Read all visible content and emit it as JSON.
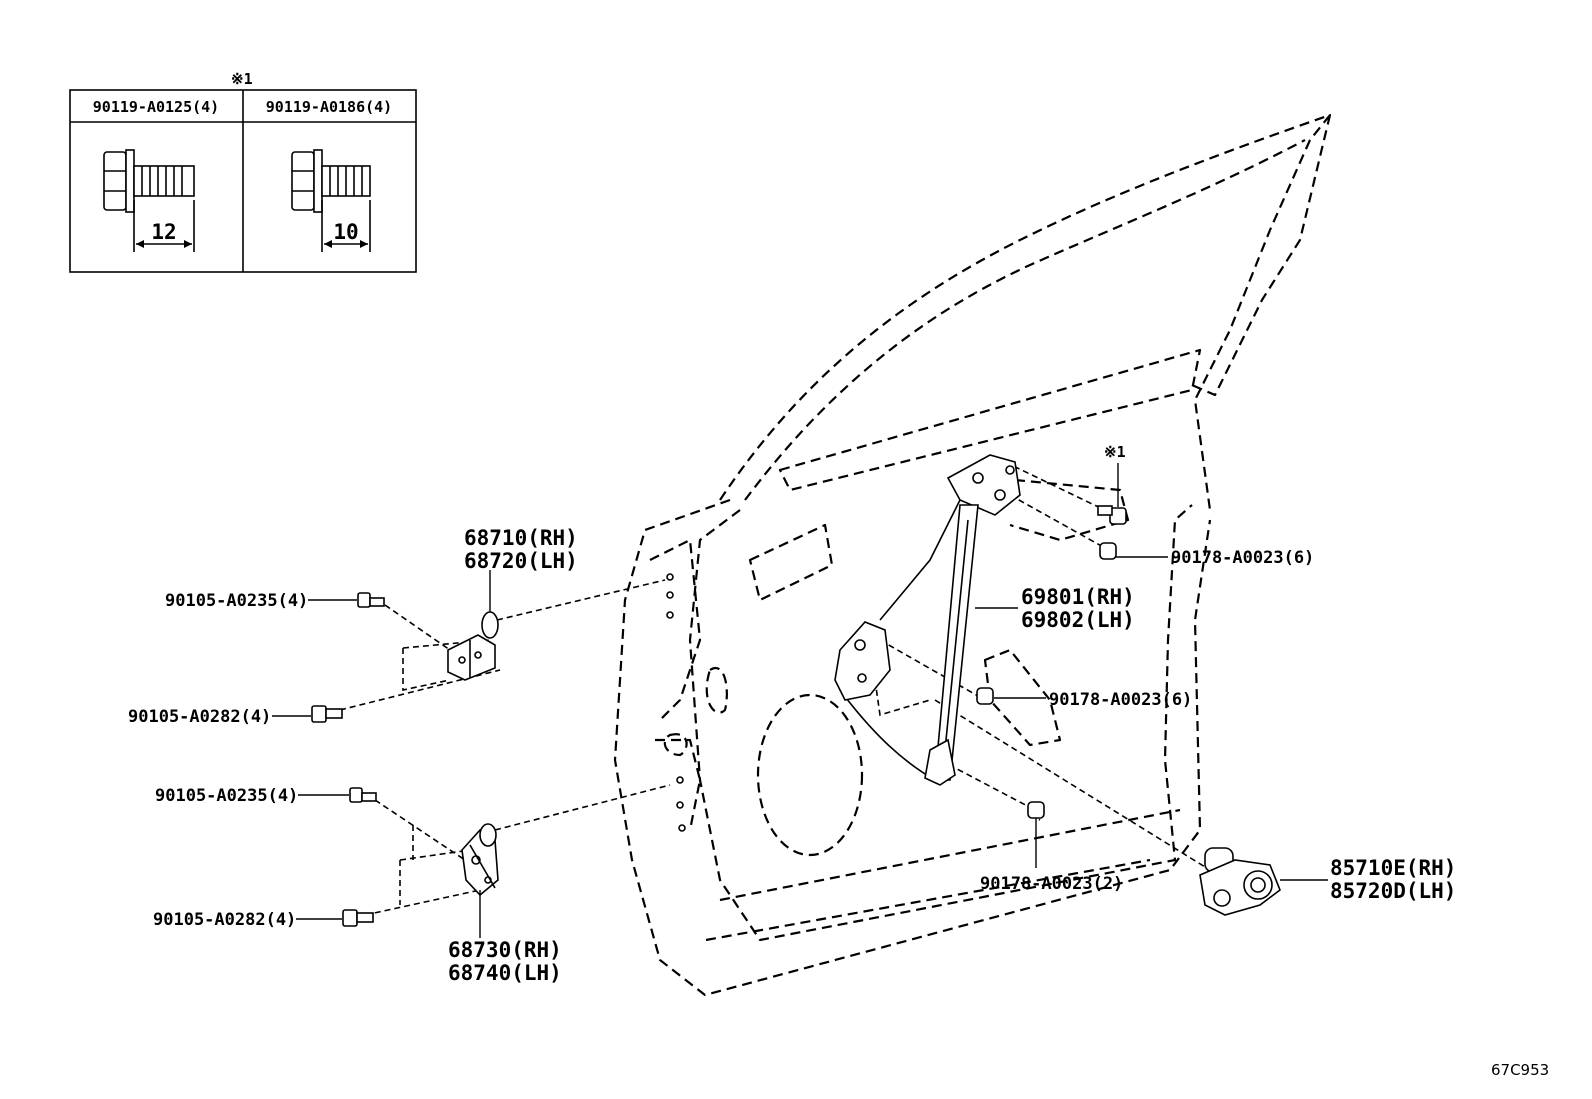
{
  "legend": {
    "marker": "※1",
    "columns": [
      {
        "part_no": "90119-A0125(4)",
        "dimension": "12"
      },
      {
        "part_no": "90119-A0186(4)",
        "dimension": "10"
      }
    ]
  },
  "callouts": {
    "hinge_upper": [
      "68710(RH)",
      "68720(LH)"
    ],
    "hinge_lower": [
      "68730(RH)",
      "68740(LH)"
    ],
    "bolt_upper_1": "90105-A0235(4)",
    "bolt_upper_2": "90105-A0282(4)",
    "bolt_lower_1": "90105-A0235(4)",
    "bolt_lower_2": "90105-A0282(4)",
    "marker_near_regulator": "※1",
    "nut_top": "90178-A0023(6)",
    "nut_mid": "90178-A0023(6)",
    "nut_bottom": "90178-A0023(2)",
    "regulator": [
      "69801(RH)",
      "69802(LH)"
    ],
    "motor": [
      "85710E(RH)",
      "85720D(LH)"
    ]
  },
  "figure_code": "67C953"
}
